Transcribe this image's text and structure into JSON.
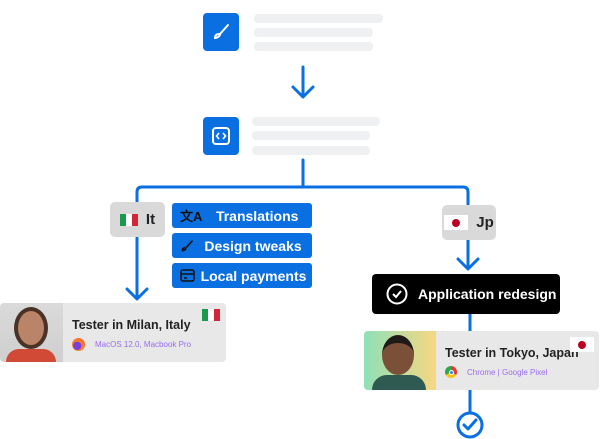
{
  "steps": [
    {
      "icon": "paintbrush-icon"
    },
    {
      "icon": "code-icon"
    }
  ],
  "branches": {
    "left": {
      "label": "It",
      "flag": "italy-flag"
    },
    "right": {
      "label": "Jp",
      "flag": "japan-flag"
    }
  },
  "tasks": [
    {
      "label": "Translations",
      "icon": "translate-icon"
    },
    {
      "label": "Design tweaks",
      "icon": "paintbrush-icon"
    },
    {
      "label": "Local payments",
      "icon": "credit-card-icon"
    }
  ],
  "application": {
    "label": "Application redesign",
    "icon": "check-circle-icon"
  },
  "testers": [
    {
      "title": "Tester in Milan, Italy",
      "browser": "firefox-icon",
      "device": "MacOS 12.0, Macbook Pro",
      "flag": "italy-flag"
    },
    {
      "title": "Tester in Tokyo, Japan",
      "browser": "chrome-icon",
      "device": "Chrome | Google Pixel",
      "flag": "japan-flag"
    }
  ],
  "colors": {
    "accent": "#0a6fe0",
    "chip": "#d9d9d9",
    "card": "#e8e8e9",
    "meta": "#9a6cf0",
    "dark": "#000000"
  }
}
